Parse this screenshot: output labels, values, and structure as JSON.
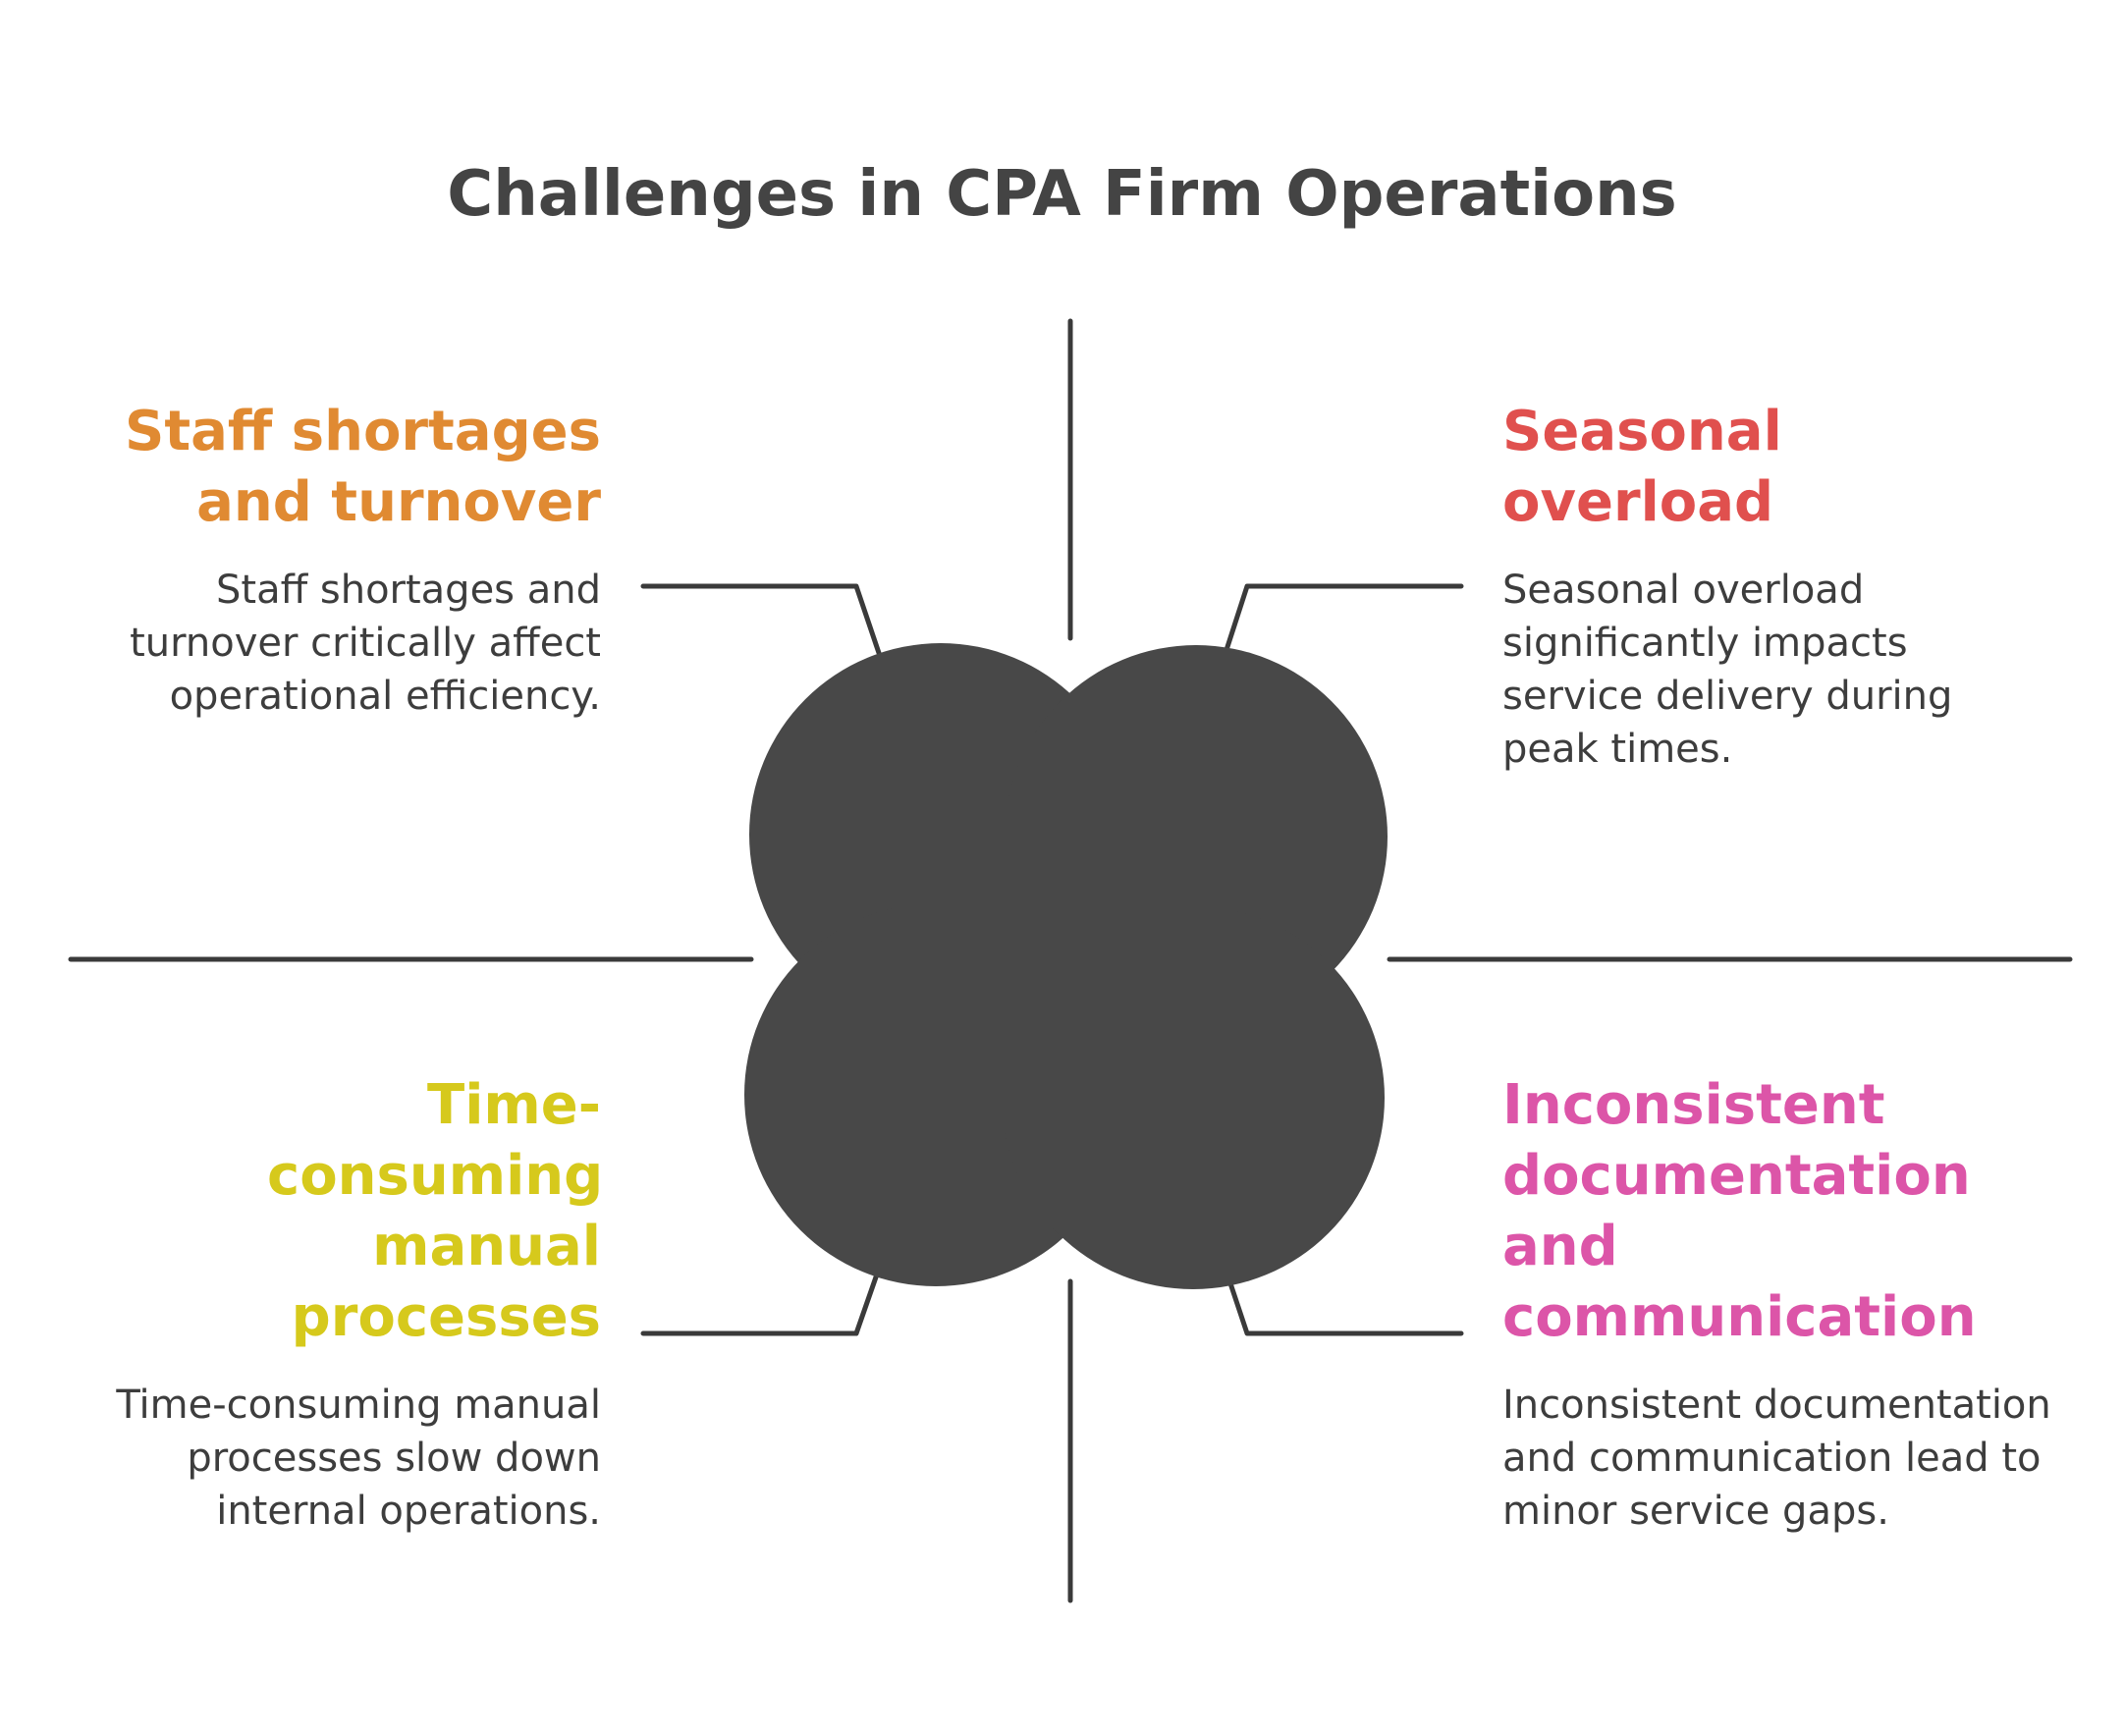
{
  "title": "Challenges in CPA Firm Operations",
  "colors": {
    "text_dark": "#444444",
    "shape_fill": "#484848",
    "line": "#3a3a3a",
    "staff": "#e08a32",
    "seasonal": "#e0504e",
    "manual": "#d6c91c",
    "documentation": "#dc55a8"
  },
  "quadrants": {
    "top_left": {
      "heading": "Staff shortages and turnover",
      "description": "Staff shortages and turnover critically affect operational efficiency.",
      "color": "#e08a32"
    },
    "top_right": {
      "heading": "Seasonal overload",
      "description": "Seasonal overload significantly impacts service delivery during peak times.",
      "color": "#e0504e"
    },
    "bottom_left": {
      "heading": "Time-consuming manual processes",
      "description": "Time-consuming manual processes slow down internal operations.",
      "color": "#d6c91c"
    },
    "bottom_right": {
      "heading": "Inconsistent documentation and communication",
      "description": "Inconsistent documentation and communication lead to minor service gaps.",
      "color": "#dc55a8"
    }
  }
}
